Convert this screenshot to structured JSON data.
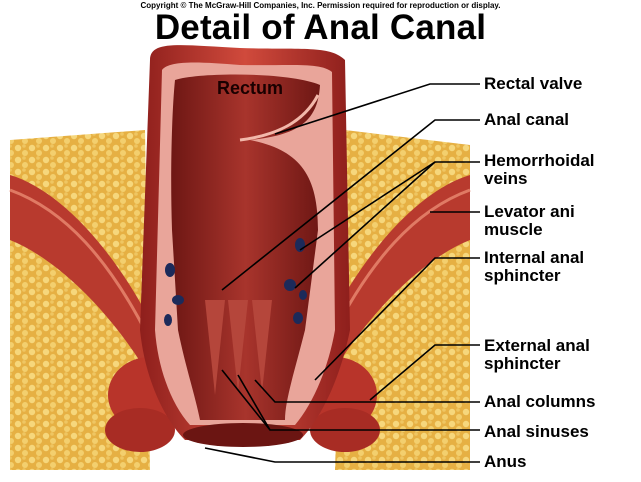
{
  "copyright": "Copyright © The McGraw-Hill Companies, Inc. Permission required for reproduction or display.",
  "title": "Detail of Anal Canal",
  "diagram": {
    "inner_label": "Rectum",
    "labels": [
      {
        "key": "rectal_valve",
        "lines": [
          "Rectal valve"
        ]
      },
      {
        "key": "anal_canal",
        "lines": [
          "Anal canal"
        ]
      },
      {
        "key": "hemorrhoidal_veins",
        "lines": [
          "Hemorrhoidal",
          "veins"
        ]
      },
      {
        "key": "levator_ani",
        "lines": [
          "Levator ani",
          "muscle"
        ]
      },
      {
        "key": "internal_sphincter",
        "lines": [
          "Internal anal",
          "sphincter"
        ]
      },
      {
        "key": "external_sphincter",
        "lines": [
          "External anal",
          "sphincter"
        ]
      },
      {
        "key": "anal_columns",
        "lines": [
          "Anal columns"
        ]
      },
      {
        "key": "anal_sinuses",
        "lines": [
          "Anal sinuses"
        ]
      },
      {
        "key": "anus",
        "lines": [
          "Anus"
        ]
      }
    ],
    "colors": {
      "fat": "#e8b84a",
      "muscle": "#b8312a",
      "lumen": "#7e1d1a",
      "mucosa": "#c9564a",
      "vein": "#1c2a5a"
    }
  }
}
